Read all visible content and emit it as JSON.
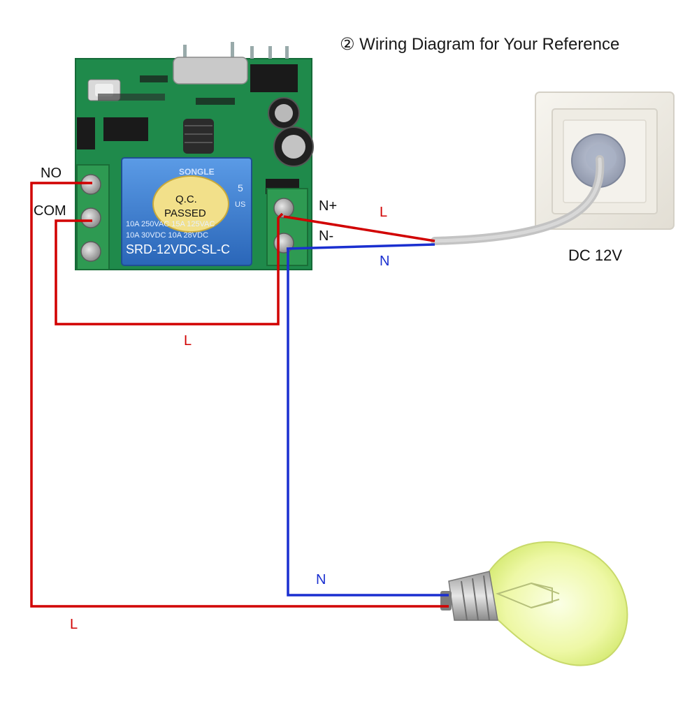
{
  "title": "② Wiring Diagram for Your Reference",
  "terminals": {
    "no": "NO",
    "com": "COM",
    "n_plus": "N+",
    "n_minus": "N-"
  },
  "relay": {
    "brand": "SONGLE",
    "qc_line1": "Q.C.",
    "qc_line2": "PASSED",
    "spec_row1": "10A 250VAC 15A 125VAC",
    "spec_row2": "10A 30VDC 10A 28VDC",
    "model": "SRD-12VDC-SL-C",
    "cert_num": "5",
    "cert_us": "US"
  },
  "power_source": {
    "label": "DC 12V"
  },
  "wire_labels": {
    "supply_live": "L",
    "supply_neutral": "N",
    "com_loop_live": "L",
    "lamp_neutral": "N",
    "lamp_live": "L"
  },
  "colors": {
    "live": "#d10000",
    "neutral": "#1a2fd0",
    "pcb": "#1e8a4a",
    "relay": "#3a7fd0"
  }
}
